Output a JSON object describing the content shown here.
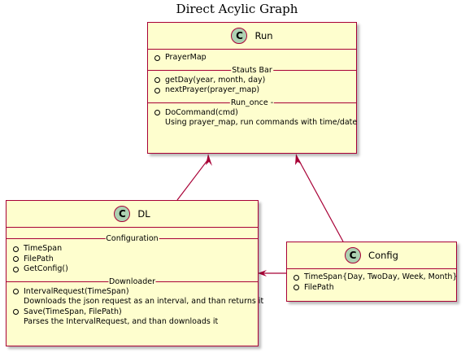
{
  "title": "Direct Acylic Graph",
  "icon": "class-c-icon",
  "run": {
    "icon_letter": "C",
    "name": "Run",
    "fields": [
      "PrayerMap"
    ],
    "section1": "Stauts Bar",
    "methods1": [
      "getDay(year, month, day)",
      "nextPrayer(prayer_map)"
    ],
    "section2": "Run_once -",
    "methods2": [
      "DoCommand(cmd)"
    ],
    "note2": "Using prayer_map, run commands with time/date"
  },
  "dl": {
    "icon_letter": "C",
    "name": "DL",
    "section1": "Configuration",
    "fields1": [
      "TimeSpan",
      "FilePath",
      "GetConfig()"
    ],
    "section2": "Downloader",
    "method_a": "IntervalRequest(TimeSpan)",
    "note_a": "Downloads the json request as an interval, and than returns it",
    "method_b": "Save(TimeSpan, FilePath)",
    "note_b": "Parses the IntervalRequest, and than downloads it"
  },
  "config": {
    "icon_letter": "C",
    "name": "Config",
    "fields": [
      "TimeSpan{Day, TwoDay,  Week, Month}",
      "FilePath"
    ]
  },
  "colors": {
    "border": "#A80036",
    "fill": "#FEFECE",
    "icon": "#ADD1B2"
  }
}
